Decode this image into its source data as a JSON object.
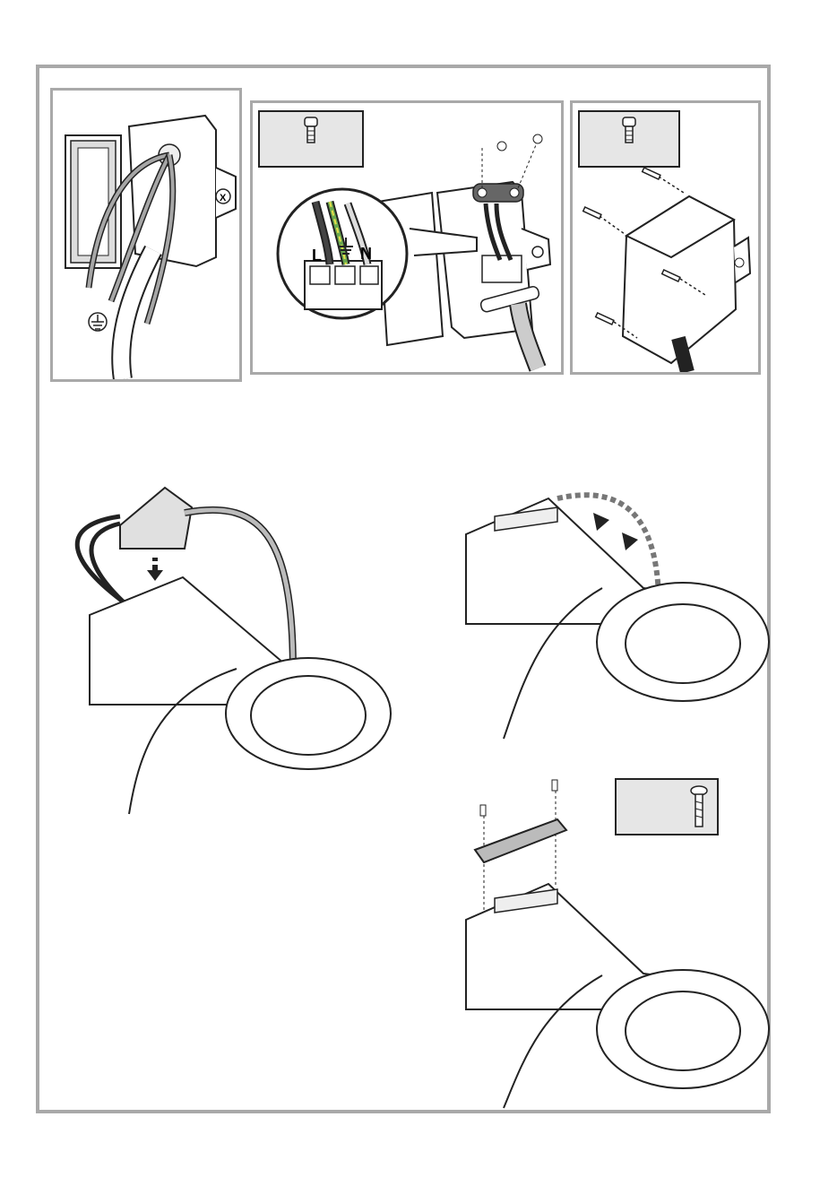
{
  "wiring_labels": {
    "line": "L",
    "neutral": "N",
    "terminal_marker": "X"
  },
  "colors": {
    "frame_border": "#a9a9a9",
    "screw_box_fill": "#e6e6e6",
    "earth_wire_green": "#6aa84f",
    "earth_wire_yellow": "#e8e04a",
    "cable_gray": "#a6a6a6"
  },
  "icons": [
    "screw-icon",
    "earth-symbol-icon",
    "arrow-down-icon",
    "terminal-block-icon"
  ]
}
